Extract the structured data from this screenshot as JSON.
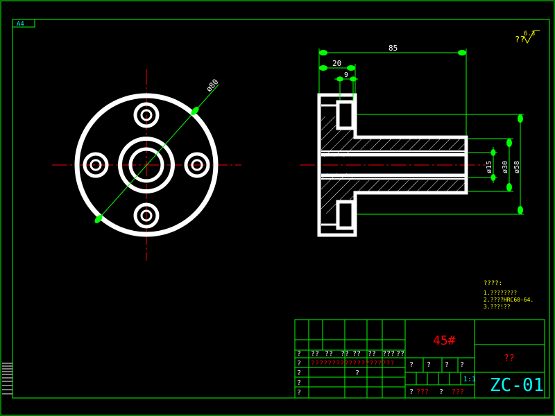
{
  "sheet": {
    "size_label": "A4"
  },
  "colors": {
    "background": "#000000",
    "frame": "#00ff00",
    "geometry": "#ffffff",
    "centerline": "#ff0000",
    "dimension": "#00ff00",
    "dim_text": "#ffffff",
    "notes_text": "#ffff00",
    "title_text_cyan": "#00ffff",
    "title_text_red": "#ff0000"
  },
  "front_view": {
    "diameter_label": "ø80"
  },
  "side_view": {
    "dim_overall_length": "85",
    "dim_flange_width": "20",
    "dim_slot": "9",
    "dim_bore": "ø15",
    "dim_hub": "ø30",
    "dim_flange_dia": "ø58"
  },
  "surface_finish": {
    "value": "6.3",
    "prefix": "??"
  },
  "notes": {
    "heading": "????:",
    "lines": [
      "1.????????",
      "2.????HRC60-64.",
      "3.???!??"
    ]
  },
  "title_block": {
    "material": "45#",
    "part_name": "??",
    "drawing_no": "ZC-01",
    "scale": "1:1",
    "row_headers": [
      "?",
      "??",
      "??",
      "??",
      "??",
      "??",
      "???",
      "??"
    ],
    "red_row": "????????????????????",
    "mid_labels": [
      "?",
      "?",
      "?",
      "?"
    ],
    "sign_labels": [
      "?",
      "?",
      "?",
      "?",
      "?"
    ],
    "bottom_labels": [
      "?",
      "???",
      "?",
      "???"
    ]
  }
}
